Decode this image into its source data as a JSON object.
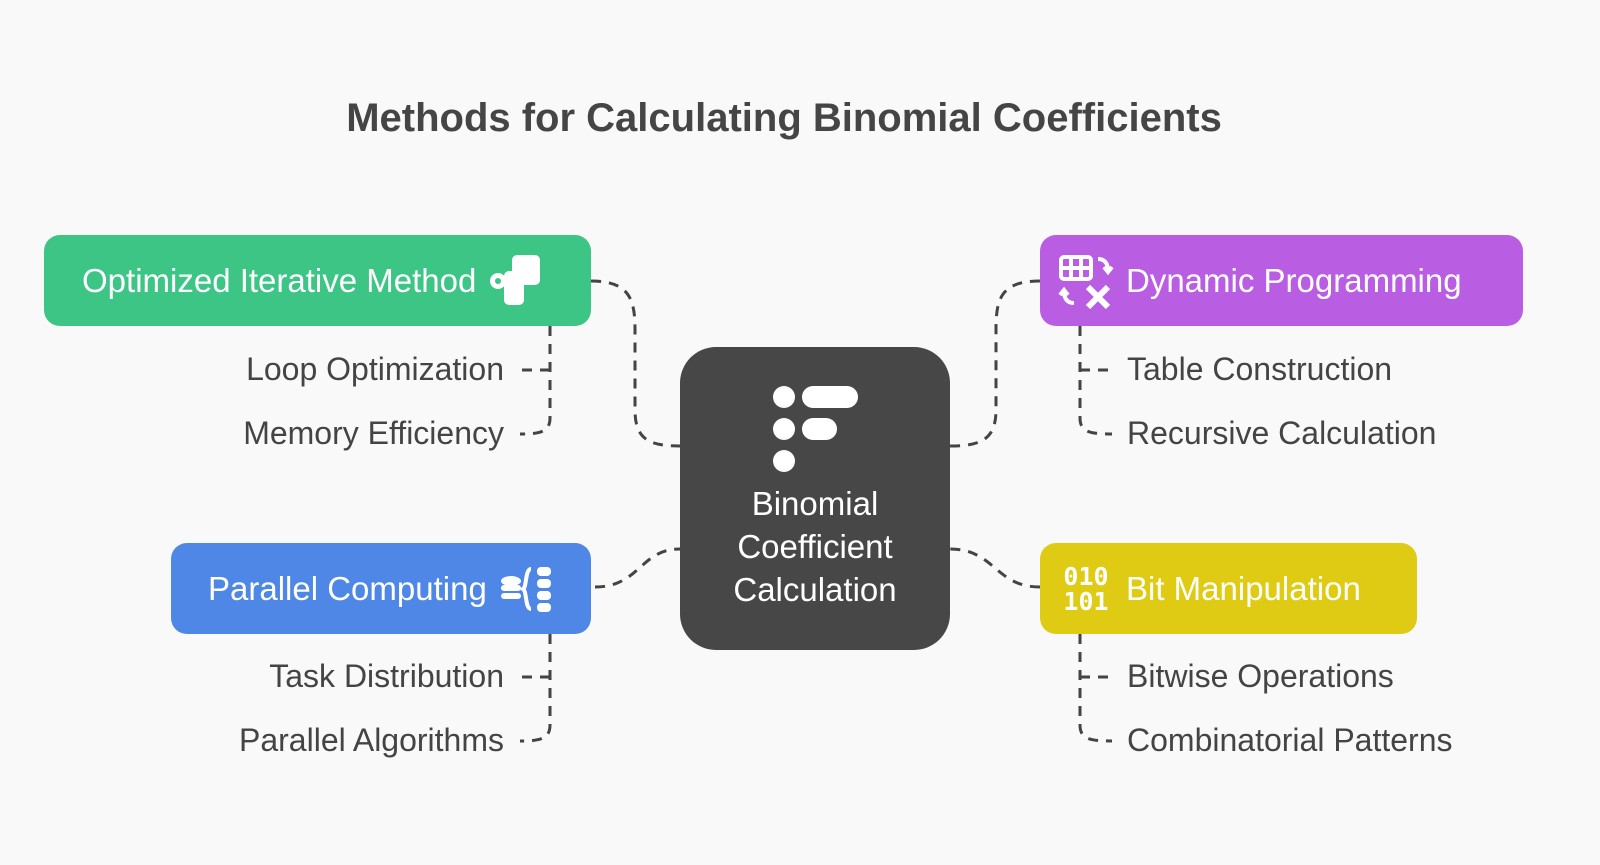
{
  "title": "Methods for Calculating Binomial Coefficients",
  "center": {
    "label_lines": [
      "Binomial",
      "Coefficient",
      "Calculation"
    ],
    "icon": "list-icon",
    "color": "#474747"
  },
  "branches": [
    {
      "label": "Optimized Iterative Method",
      "icon": "step-icon",
      "color": "#3cc584",
      "items": [
        "Loop Optimization",
        "Memory Efficiency"
      ]
    },
    {
      "label": "Dynamic Programming",
      "icon": "table-swap-icon",
      "color": "#b95ee3",
      "items": [
        "Table Construction",
        "Recursive Calculation"
      ]
    },
    {
      "label": "Parallel Computing",
      "icon": "database-braces-icon",
      "color": "#4f87e7",
      "items": [
        "Task Distribution",
        "Parallel Algorithms"
      ]
    },
    {
      "label": "Bit Manipulation",
      "icon": "binary-icon",
      "color": "#dfcb14",
      "items": [
        "Bitwise Operations",
        "Combinatorial Patterns"
      ],
      "icon_text": [
        "010",
        "101"
      ]
    }
  ]
}
